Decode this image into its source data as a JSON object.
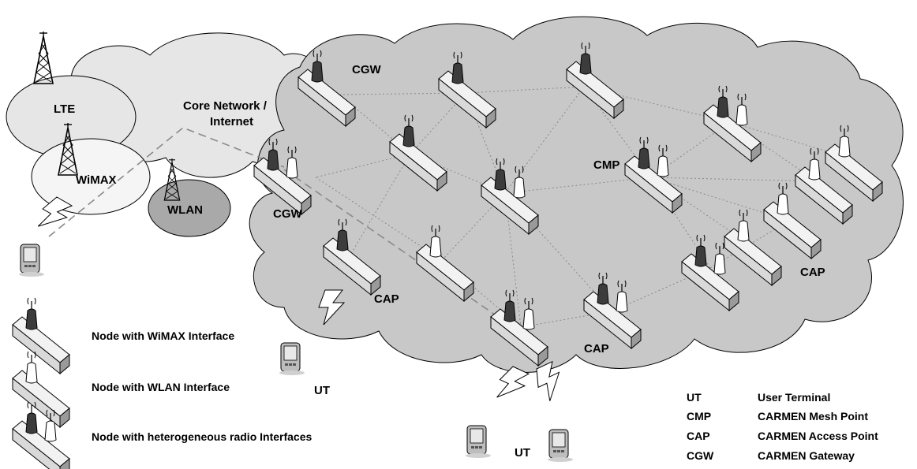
{
  "labels": {
    "lte": "LTE",
    "wimax": "WiMAX",
    "wlan": "WLAN",
    "core": "Core Network /",
    "core2": "Internet",
    "cgw_top": "CGW",
    "cgw_left": "CGW",
    "cmp": "CMP",
    "cap_left": "CAP",
    "cap_bottom": "CAP",
    "cap_right": "CAP",
    "ut_left": "UT",
    "ut_bottom": "UT"
  },
  "node_legend": [
    {
      "kind": "wimax",
      "label": "Node with WiMAX Interface"
    },
    {
      "kind": "wlan",
      "label": "Node with WLAN Interface"
    },
    {
      "kind": "hetero",
      "label": "Node with heterogeneous radio Interfaces"
    }
  ],
  "abbreviations": [
    {
      "abbr": "UT",
      "meaning": "User Terminal"
    },
    {
      "abbr": "CMP",
      "meaning": "CARMEN Mesh Point"
    },
    {
      "abbr": "CAP",
      "meaning": "CARMEN Access Point"
    },
    {
      "abbr": "CGW",
      "meaning": "CARMEN Gateway"
    }
  ],
  "colors": {
    "mesh_cloud": "#c8c8c8",
    "core_cloud": "#e6e6e6",
    "wlan_cell": "#a9a9a9",
    "box_face": "#d9d9d9",
    "dark_antenna": "#3c3c3c",
    "light_antenna": "#ffffff",
    "link": "#8a8a8a"
  }
}
